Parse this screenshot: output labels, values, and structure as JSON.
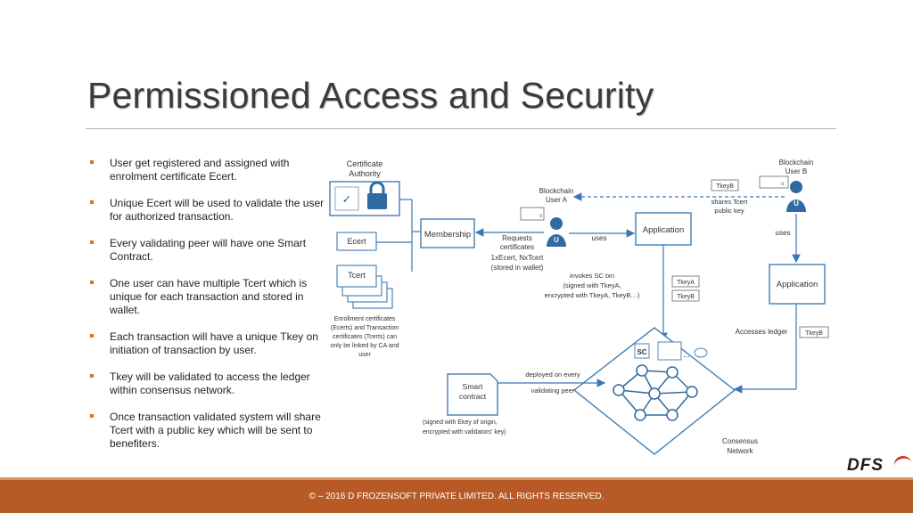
{
  "slide": {
    "title": "Permissioned Access and Security",
    "bullets": [
      "User get registered and assigned with enrolment certificate Ecert.",
      "Unique Ecert will be used to validate the user for authorized transaction.",
      "Every validating peer will have one Smart Contract.",
      "One user can have multiple Tcert which is unique for each transaction and stored in wallet.",
      "Each transaction will have a unique Tkey on initiation of transaction by user.",
      "Tkey will be validated to access the ledger within consensus network.",
      "Once transaction validated system will share Tcert with a public key which will be sent to benefiters."
    ],
    "footer": "© – 2016 D FROZENSOFT PRIVATE LIMITED. ALL RIGHTS RESERVED.",
    "logo": "DFS"
  },
  "diagram": {
    "ca_label_1": "Certificate",
    "ca_label_2": "Authority",
    "ecert": "Ecert",
    "tcert": "Tcert",
    "certs_note": [
      "Enrollment certificates",
      "(Ecerts) and Transaction",
      "certificates (Tcerts) can",
      "only be linked by CA and",
      "user"
    ],
    "membership": "Membership",
    "user_a_1": "Blockchain",
    "user_a_2": "User A",
    "requests_1": "Requests",
    "requests_2": "certificates",
    "requests_3": "1xEcert, NxTcert",
    "requests_4": "(stored in wallet)",
    "user_icon_letter": "U",
    "uses": "uses",
    "application": "Application",
    "user_b_1": "Blockchain",
    "user_b_2": "User B",
    "tkeyb": "TkeyB",
    "tkeya": "TkeyA",
    "shares_1": "shares Tcert",
    "shares_2": "public key",
    "invokes_1": "invokes SC txn",
    "invokes_2": "(signed with TkeyA,",
    "invokes_3": "encrypted with TkeyA, TkeyB…)",
    "accesses": "Accesses ledger",
    "sc": "SC",
    "smart_1": "Smart",
    "smart_2": "contract",
    "deployed_1": "deployed on every",
    "deployed_2": "validating peer",
    "signed_1": "(signed with Ekey of origin,",
    "signed_2": "encrypted with validators' key)",
    "consensus_1": "Consensus",
    "consensus_2": "Network",
    "ellipsis": "...",
    "checkmark": "✓",
    "wallet_dot": "o",
    "colors": {
      "box_stroke": "#4e86b8",
      "box_fill": "#ffffff",
      "icon_blue": "#2f6aa0",
      "arrow": "#3a78b4"
    }
  }
}
